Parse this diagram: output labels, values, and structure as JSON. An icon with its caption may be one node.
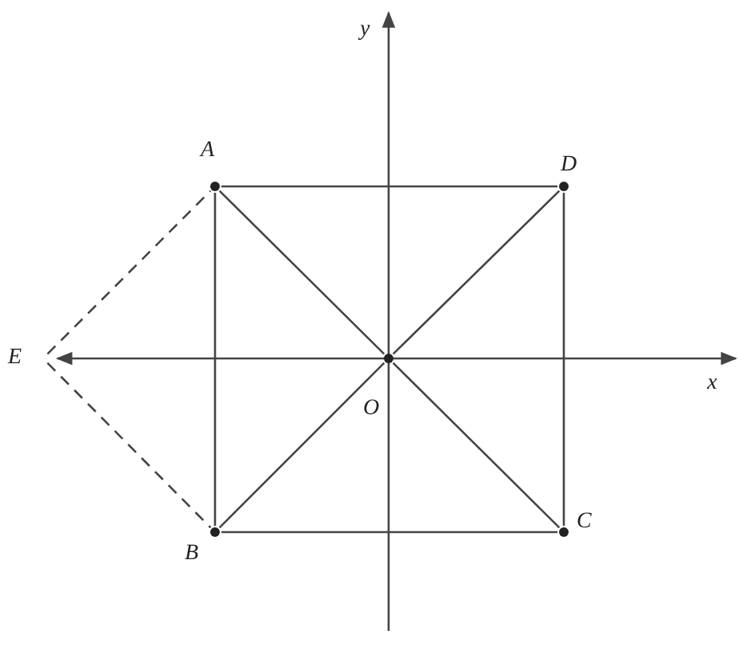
{
  "diagram": {
    "nodes": [
      {
        "text": [
          "A"
        ]
      },
      {
        "text": [
          "D"
        ]
      },
      {
        "text": [
          "B"
        ]
      },
      {
        "text": [
          "C"
        ]
      },
      {
        "text": [
          "O"
        ]
      },
      {
        "text": [
          "E"
        ]
      }
    ],
    "edges": [
      {
        "from": 0,
        "to": 1,
        "arrow": "none"
      },
      {
        "from": 1,
        "to": 3,
        "arrow": "none"
      },
      {
        "from": 3,
        "to": 2,
        "arrow": "none"
      },
      {
        "from": 2,
        "to": 0,
        "arrow": "none"
      },
      {
        "from": 0,
        "to": 4,
        "arrow": "none"
      },
      {
        "from": 4,
        "to": 3,
        "arrow": "none"
      },
      {
        "from": 2,
        "to": 4,
        "arrow": "none"
      },
      {
        "from": 4,
        "to": 1,
        "arrow": "none"
      },
      {
        "from": 5,
        "to": 0,
        "arrow": "none",
        "style": "dashed"
      },
      {
        "from": 5,
        "to": 2,
        "arrow": "none",
        "style": "dashed"
      }
    ],
    "labels": [
      "y",
      "x"
    ]
  }
}
